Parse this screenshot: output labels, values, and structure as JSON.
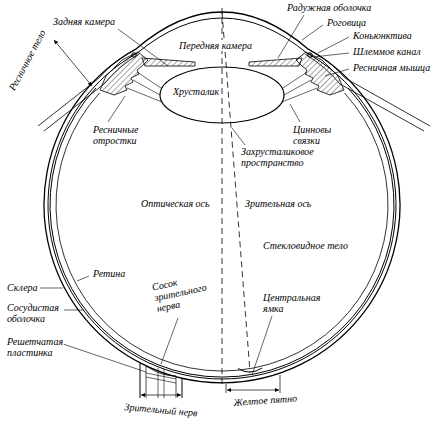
{
  "diagram": {
    "labels": [
      "Задняя камера",
      "Радужная оболочка",
      "Роговица",
      "Ресничное тело",
      "Передняя камера",
      "Коньюнктива",
      "Шлеммов канал",
      "Хрусталик",
      "Ресничная мышца",
      "Ресничные отростки",
      "Цинновы связки",
      "Захрусталиковое пространство",
      "Оптическая ось",
      "Зрительная ось",
      "Стекловидное тело",
      "Склера",
      "Ретина",
      "Сосок зрительного нерва",
      "Центральная ямка",
      "Сосудистая оболочка",
      "Решетчатая пластинка",
      "Зрительный нерв",
      "Желтое пятно"
    ]
  }
}
